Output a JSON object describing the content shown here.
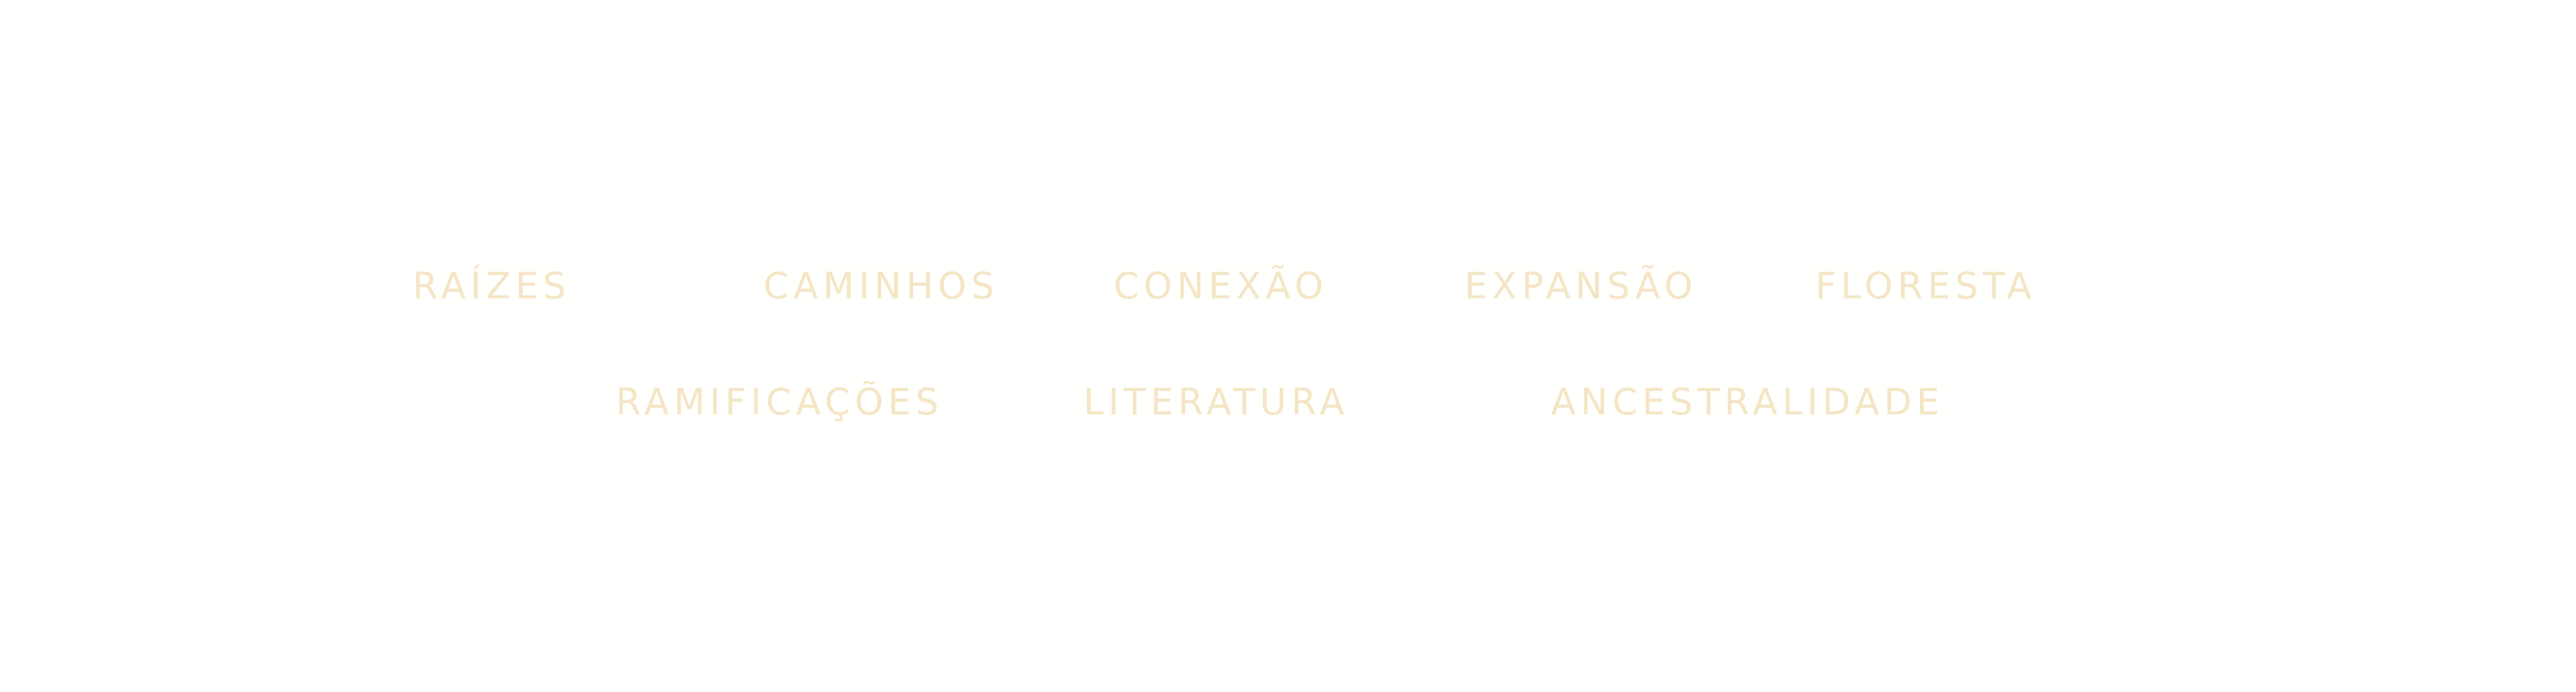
{
  "colors": {
    "background": "#fffffe",
    "text": "#f4e5c4"
  },
  "words": {
    "row1": [
      "RAÍZES",
      "CAMINHOS",
      "CONEXÃO",
      "EXPANSÃO",
      "FLORESTA"
    ],
    "row2": [
      "RAMIFICAÇÕES",
      "LITERATURA",
      "ANCESTRALIDADE"
    ]
  }
}
